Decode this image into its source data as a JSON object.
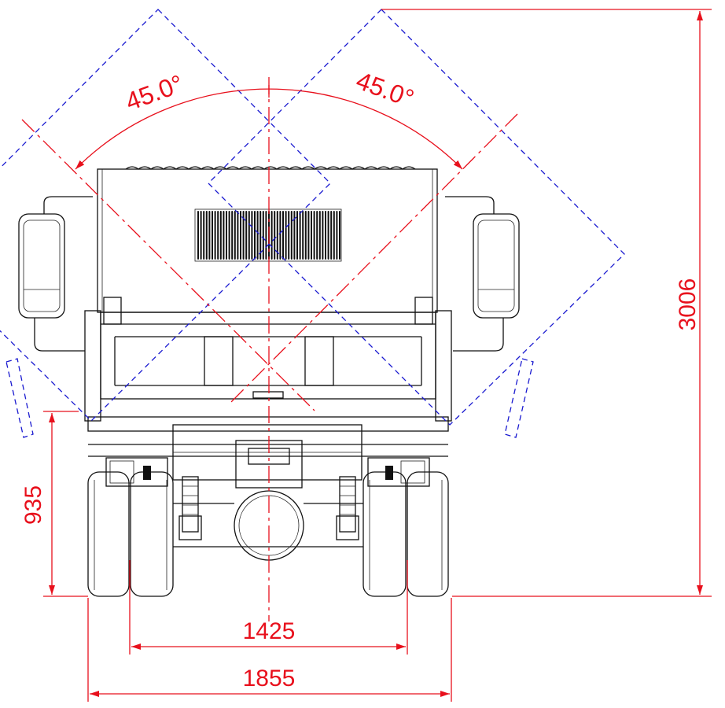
{
  "dimensions": {
    "left_angle": "45.0°",
    "right_angle": "45.0°",
    "overall_height": "3006",
    "mirror_height": "935",
    "tread_width": "1425",
    "overall_width": "1855"
  },
  "colors": {
    "dimension": "#e8101c",
    "sight_lines": "#1a1ad0",
    "outline": "#111111"
  }
}
